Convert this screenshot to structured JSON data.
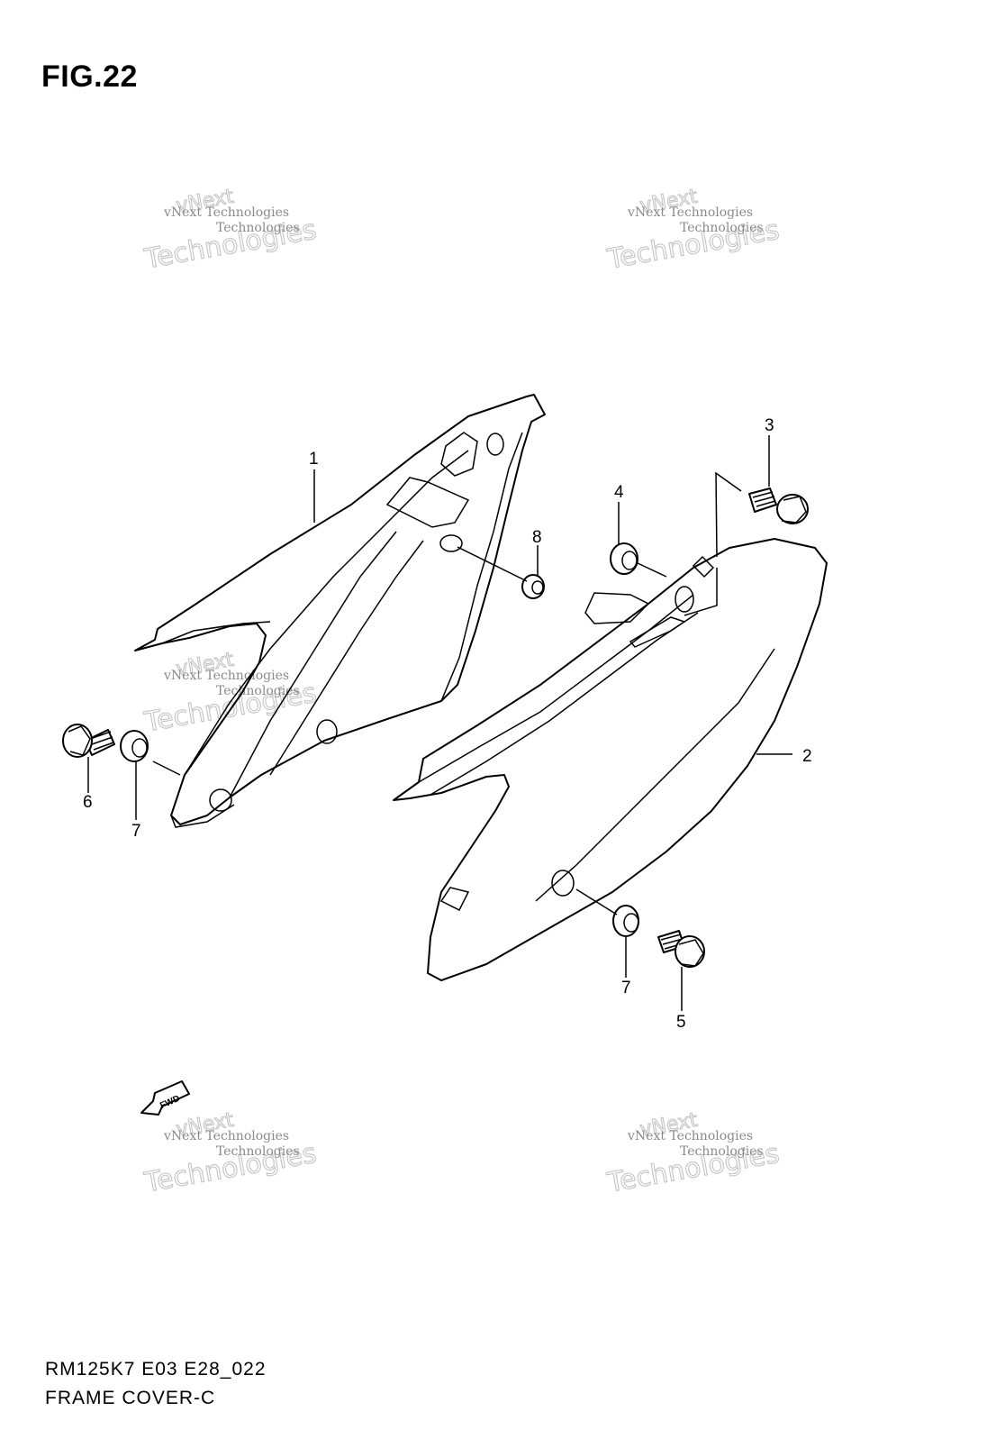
{
  "figure_label": "FIG.22",
  "footer": {
    "model_code": "RM125K7 E03 E28_022",
    "section_name": "FRAME COVER-C"
  },
  "watermark": {
    "line1": "vNext Technologies",
    "line2": "vNext",
    "line3": "Technologies"
  },
  "fwd_arrow_label": "FWD",
  "callouts": {
    "c1": "1",
    "c2": "2",
    "c3": "3",
    "c4": "4",
    "c5": "5",
    "c6": "6",
    "c7a": "7",
    "c7b": "7",
    "c8": "8"
  }
}
